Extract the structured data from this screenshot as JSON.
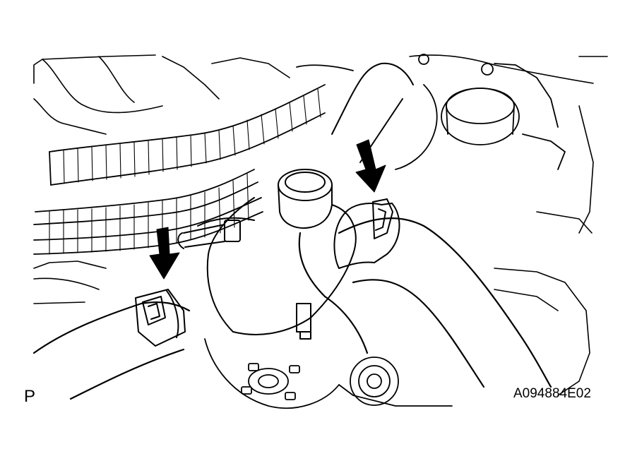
{
  "figure": {
    "view_letter": "P",
    "figure_id": "A094884E02",
    "line_color": "#000000",
    "background": "#ffffff",
    "illustration": "engine-hose-clamp-line-drawing",
    "arrows": [
      "down-arrow",
      "down-arrow"
    ]
  }
}
